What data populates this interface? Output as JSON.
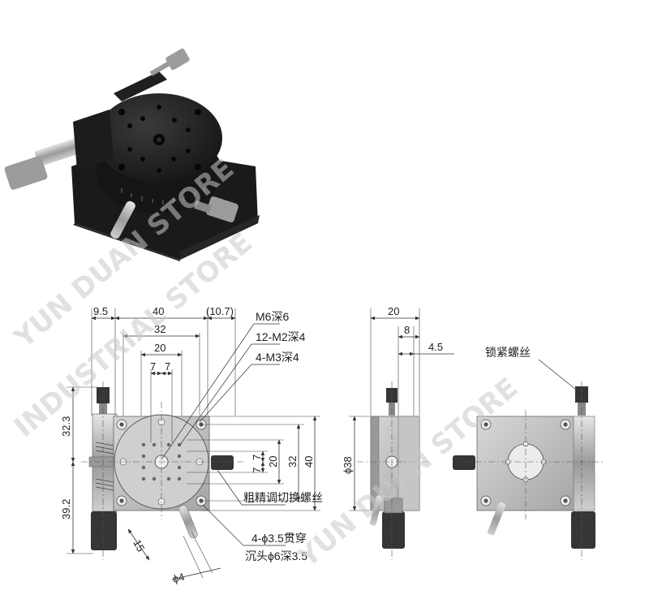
{
  "dims": {
    "top_9_5": "9.5",
    "top_40": "40",
    "top_10_7": "(10.7)",
    "top_32": "32",
    "top_20": "20",
    "top_7a": "7",
    "top_7b": "7",
    "left_32_3": "32.3",
    "left_39_2": "39.2",
    "right_7": "7",
    "right_7b": "7",
    "right_20": "20",
    "right_32": "32",
    "right_40": "40",
    "bottom_15": "15",
    "bottom_phi4": "ϕ4",
    "side_20": "20",
    "side_8": "8",
    "side_4_5": "4.5",
    "side_phi38": "ϕ38"
  },
  "callouts": {
    "m6": "M6深6",
    "m2": "12-M2深4",
    "m3": "4-M3深4",
    "coarse_fine": "粗精调切换螺丝",
    "thru_holes": "4-ϕ3.5贯穿",
    "counterbore": "沉头ϕ6深3.5",
    "lock_screw": "锁紧螺丝"
  },
  "watermark": {
    "line1": "YUN DUAN STORE",
    "line2": "INDUSTRIAL STORE",
    "line3": "YUN DUAN STORE"
  }
}
